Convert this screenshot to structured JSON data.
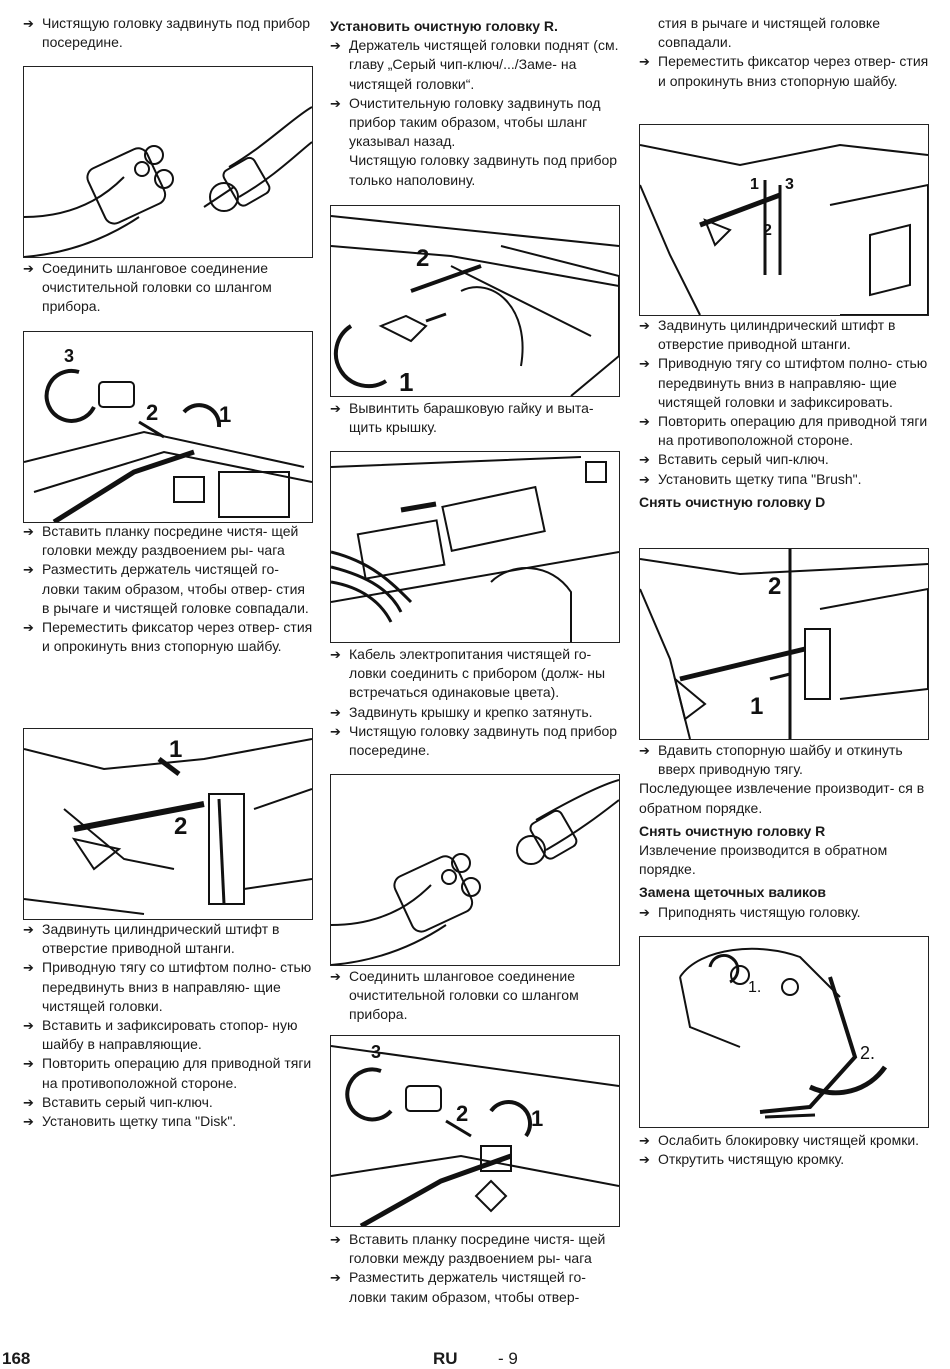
{
  "col1": {
    "b1": [
      "Чистящую головку задвинуть под прибор посередине."
    ],
    "b2": [
      "Соединить шланговое соединение очистительной головки со шлангом прибора."
    ],
    "b3": [
      "Вставить планку посредине чистя- щей головки между раздвоением ры- чага",
      "Разместить держатель чистящей го- ловки таким образом, чтобы отвер- стия в рычаге и чистящей головке совпадали.",
      "Переместить фиксатор через отвер- стия и опрокинуть вниз стопорную шайбу."
    ],
    "b4": [
      "Задвинуть цилиндрический штифт в отверстие приводной штанги.",
      "Приводную тягу со штифтом полно- стью передвинуть вниз в направляю- щие чистящей головки.",
      "Вставить и зафиксировать стопор- ную шайбу в направляющие.",
      "Повторить операцию для приводной тяги на противоположной стороне.",
      "Вставить серый чип-ключ.",
      "Установить щетку типа \"Disk\"."
    ],
    "fig2_labels": {
      "a": "3",
      "b": "2",
      "c": "1"
    },
    "fig3_labels": {
      "a": "1",
      "b": "2"
    }
  },
  "col2": {
    "heading": "Установить очистную головку R.",
    "b1": [
      "Держатель чистящей головки поднят (см. главу „Серый чип-ключ/.../Заме- на чистящей головки“.",
      "Очистительную головку задвинуть под прибор таким образом, чтобы шланг указывал назад."
    ],
    "b1_cont": "Чистящую головку задвинуть под прибор только наполовину.",
    "b2": [
      "Вывинтить барашковую гайку и выта- щить крышку."
    ],
    "b3": [
      "Кабель электропитания чистящей го- ловки соединить с прибором (долж- ны встречаться одинаковые цвета).",
      "Задвинуть крышку и крепко затянуть.",
      "Чистящую головку задвинуть под прибор посередине."
    ],
    "b4": [
      "Соединить шланговое соединение очистительной головки со шлангом прибора."
    ],
    "b5": [
      "Вставить планку посредине чистя- щей головки между раздвоением ры- чага",
      "Разместить держатель чистящей го- ловки таким образом, чтобы отвер-"
    ],
    "fig1_labels": {
      "a": "2",
      "b": "1"
    },
    "fig4_labels": {
      "a": "3",
      "b": "2",
      "c": "1"
    }
  },
  "col3": {
    "top_cont": "стия в рычаге и чистящей головке совпадали.",
    "b1": [
      "Переместить фиксатор через отвер- стия и опрокинуть вниз стопорную шайбу."
    ],
    "b2": [
      "Задвинуть цилиндрический штифт в отверстие приводной штанги.",
      "Приводную тягу со штифтом полно- стью передвинуть вниз в направляю- щие чистящей головки и зафиксировать.",
      "Повторить операцию для приводной тяги на противоположной стороне.",
      "Вставить серый чип-ключ.",
      "Установить щетку типа \"Brush\"."
    ],
    "heading1": "Снять очистную головку D",
    "b3": [
      "Вдавить стопорную шайбу и откинуть вверх приводную тягу."
    ],
    "p1": "Последующее извлечение производит- ся в обратном порядке.",
    "heading2": "Снять очистную головку R",
    "p2": "Извлечение производится в обратном порядке.",
    "heading3": "Замена щеточных валиков",
    "b4": [
      "Приподнять чистящую головку."
    ],
    "b5": [
      "Ослабить блокировку чистящей кромки.",
      "Открутить чистящую кромку."
    ],
    "fig1_labels": {
      "a": "1",
      "b": "3",
      "c": "2"
    },
    "fig2_labels": {
      "a": "2",
      "b": "1"
    },
    "fig3_labels": {
      "a": "1.",
      "b": "2."
    }
  },
  "footer": {
    "page": "168",
    "lang": "RU",
    "sub": "- 9"
  }
}
